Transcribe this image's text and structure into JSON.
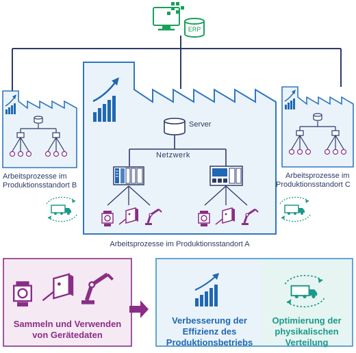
{
  "top": {
    "erp_label": "ERP"
  },
  "site_a": {
    "caption": "Arbeitsprozesse im Produktionsstandort A",
    "server_label": "Server",
    "network_label": "Netzwerk"
  },
  "site_b": {
    "caption_line1": "Arbeitsprozesse im",
    "caption_line2": "Produktionsstandort B"
  },
  "site_c": {
    "caption_line1": "Arbeitsprozesse im",
    "caption_line2": "Produktionsstandort C"
  },
  "bottom": {
    "left_line1": "Sammeln und Verwenden",
    "left_line2": "von Gerätedaten",
    "mid_line1": "Verbesserung der",
    "mid_line2": "Effizienz des",
    "mid_line3": "Produktionsbetriebs",
    "right_line1": "Optimierung der",
    "right_line2": "physikalischen",
    "right_line3": "Verteilung"
  },
  "colors": {
    "navy": "#2b3a67",
    "blue": "#1f68b3",
    "light_blue_fill": "#eaf3fa",
    "teal": "#1a9a8a",
    "purple": "#8b2d86",
    "green": "#18a05a"
  }
}
